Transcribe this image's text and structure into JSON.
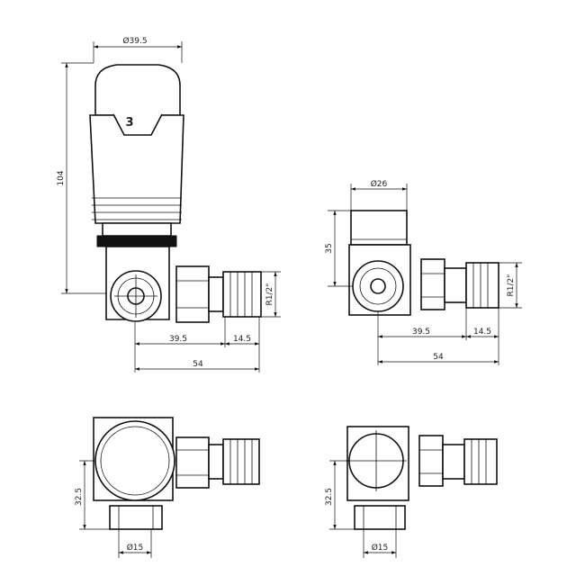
{
  "views": {
    "tl": {
      "d_top": "Ø39.5",
      "height": "104",
      "d1": "39.5",
      "d2": "14.5",
      "total": "54",
      "thread": "R1/2\"",
      "setting": "3"
    },
    "tr": {
      "d_top": "Ø26",
      "height": "35",
      "d1": "39.5",
      "d2": "14.5",
      "total": "54",
      "thread": "R1/2\""
    },
    "bl": {
      "height": "32.5",
      "d_bottom": "Ø15"
    },
    "br": {
      "height": "32.5",
      "d_bottom": "Ø15"
    }
  },
  "colors": {
    "line": "#111111",
    "background": "#ffffff"
  }
}
